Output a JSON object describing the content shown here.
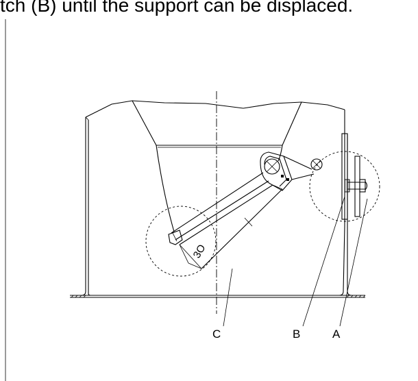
{
  "caption": "tch (B) until the support can be displaced.",
  "labels": {
    "a": "A",
    "b": "B",
    "c": "C"
  },
  "dimension": {
    "value": "3O"
  }
}
